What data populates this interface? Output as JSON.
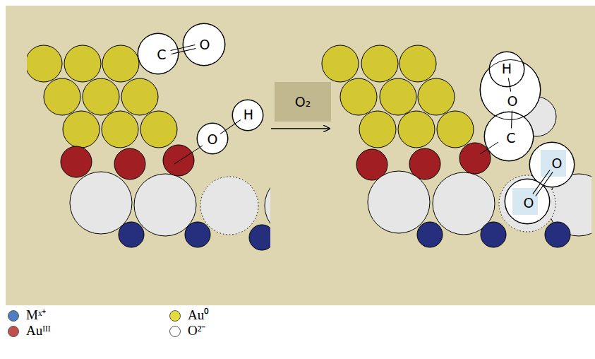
{
  "diagram": {
    "nodes": [
      {
        "text": [
          "C"
        ]
      },
      {
        "text": [
          "O"
        ]
      },
      {
        "text": [
          "O"
        ]
      },
      {
        "text": [
          "H"
        ]
      },
      {
        "text": [
          "O₂"
        ]
      },
      {
        "text": [
          "H"
        ]
      },
      {
        "text": [
          "O"
        ]
      },
      {
        "text": [
          "C"
        ]
      },
      {
        "text": [
          "O"
        ]
      },
      {
        "text": [
          "O"
        ]
      }
    ],
    "edges": [
      {
        "from": 0,
        "to": 1,
        "arrow": "none"
      },
      {
        "from": 2,
        "to": 3,
        "arrow": "none"
      },
      {
        "from": 5,
        "to": 6,
        "arrow": "none"
      },
      {
        "from": 6,
        "to": 7,
        "arrow": "none"
      },
      {
        "from": 8,
        "to": 9,
        "arrow": "none"
      }
    ],
    "legend": [
      {
        "text": "Mˣ⁺",
        "color": "#4f7fc0"
      },
      {
        "text": "Auᴵᴵᴵ",
        "color": "#c0504d"
      },
      {
        "text": "Au⁰",
        "color": "#e4dc3c"
      },
      {
        "text": "O²⁻",
        "color": "#ffffff"
      }
    ]
  }
}
